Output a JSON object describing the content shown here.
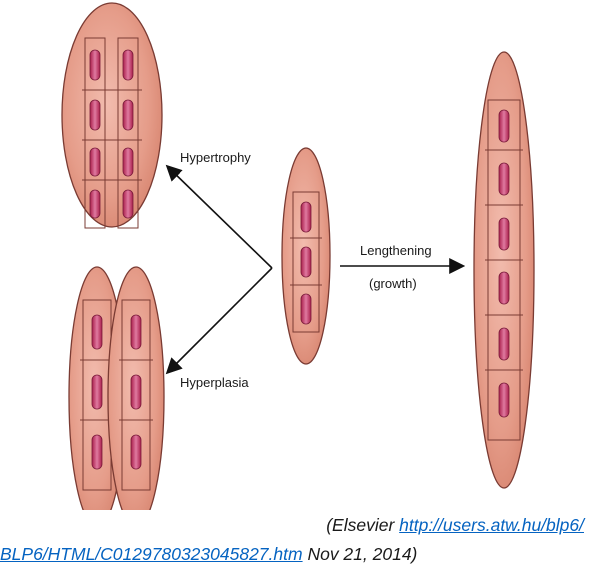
{
  "labels": {
    "hypertrophy": "Hypertrophy",
    "hyperplasia": "Hyperplasia",
    "lengthening": "Lengthening",
    "growth": "(growth)"
  },
  "citation": {
    "source": "(Elsevier",
    "link_part1": "http://users.atw.hu/blp6/",
    "link_part2": "BLP6/HTML/C0129780323045827.htm",
    "date": "Nov 21, 2014)"
  },
  "colors": {
    "cell_fill": "#e8a08e",
    "cell_stroke": "#7a3b33",
    "nucleus_fill": "#c0285a",
    "nucleus_core": "#f3b3c6",
    "arrow": "#111111"
  },
  "icons": {
    "arrowhead": "filled-triangle"
  }
}
